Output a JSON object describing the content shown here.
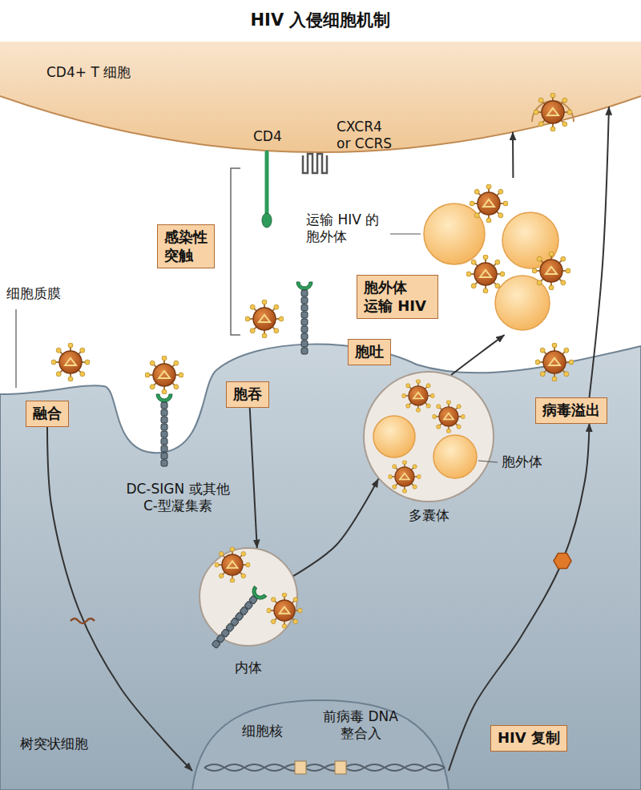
{
  "diagram": {
    "title": "HIV 入侵细胞机制",
    "nodes": [
      {
        "text": [
          "CD4+ T 细胞"
        ]
      },
      {
        "text": [
          "感染性突触"
        ]
      },
      {
        "text": [
          "胞外体 运输 HIV"
        ]
      },
      {
        "text": [
          "运输 HIV 的 胞外体"
        ]
      },
      {
        "text": [
          "胞吐"
        ]
      },
      {
        "text": [
          "树突状细胞"
        ]
      },
      {
        "text": [
          "融合"
        ],
        "in": 5
      },
      {
        "text": [
          "胞吞"
        ],
        "in": 5
      },
      {
        "text": [
          "病毒溢出"
        ],
        "in": 5
      },
      {
        "text": [
          "内体"
        ],
        "in": 5
      },
      {
        "text": [
          "多囊体"
        ],
        "in": 5
      },
      {
        "text": [
          "细胞核"
        ],
        "in": 5
      },
      {
        "text": [
          "HIV 复制"
        ],
        "in": 5
      }
    ],
    "edges": [
      {
        "from": 6,
        "to": 11,
        "arrow": "to"
      },
      {
        "from": 11,
        "to": 8,
        "arrow": "to"
      },
      {
        "from": 8,
        "to": 0,
        "arrow": "to"
      },
      {
        "from": 7,
        "to": 9,
        "arrow": "to"
      },
      {
        "from": 9,
        "to": 10,
        "arrow": "to"
      },
      {
        "from": 10,
        "to": 3,
        "arrow": "to"
      },
      {
        "from": 3,
        "to": 0,
        "arrow": "to"
      }
    ],
    "labels": [
      "CD4",
      "CXCR4 or CCRS",
      "细胞质膜",
      "DC-SIGN 或其他 C-型凝集素",
      "胞外体",
      "前病毒 DNA 整合入"
    ]
  }
}
